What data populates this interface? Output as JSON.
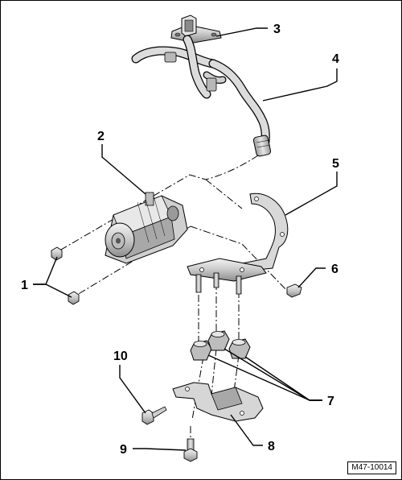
{
  "callouts": {
    "c1": "1",
    "c2": "2",
    "c3": "3",
    "c4": "4",
    "c5": "5",
    "c6": "6",
    "c7": "7",
    "c8": "8",
    "c9": "9",
    "c10": "10"
  },
  "reference_code": "M47-10014",
  "colors": {
    "line": "#000000",
    "part_fill": "#d4d4d4",
    "part_dark": "#8a8a8a",
    "part_light": "#eeeeee"
  }
}
